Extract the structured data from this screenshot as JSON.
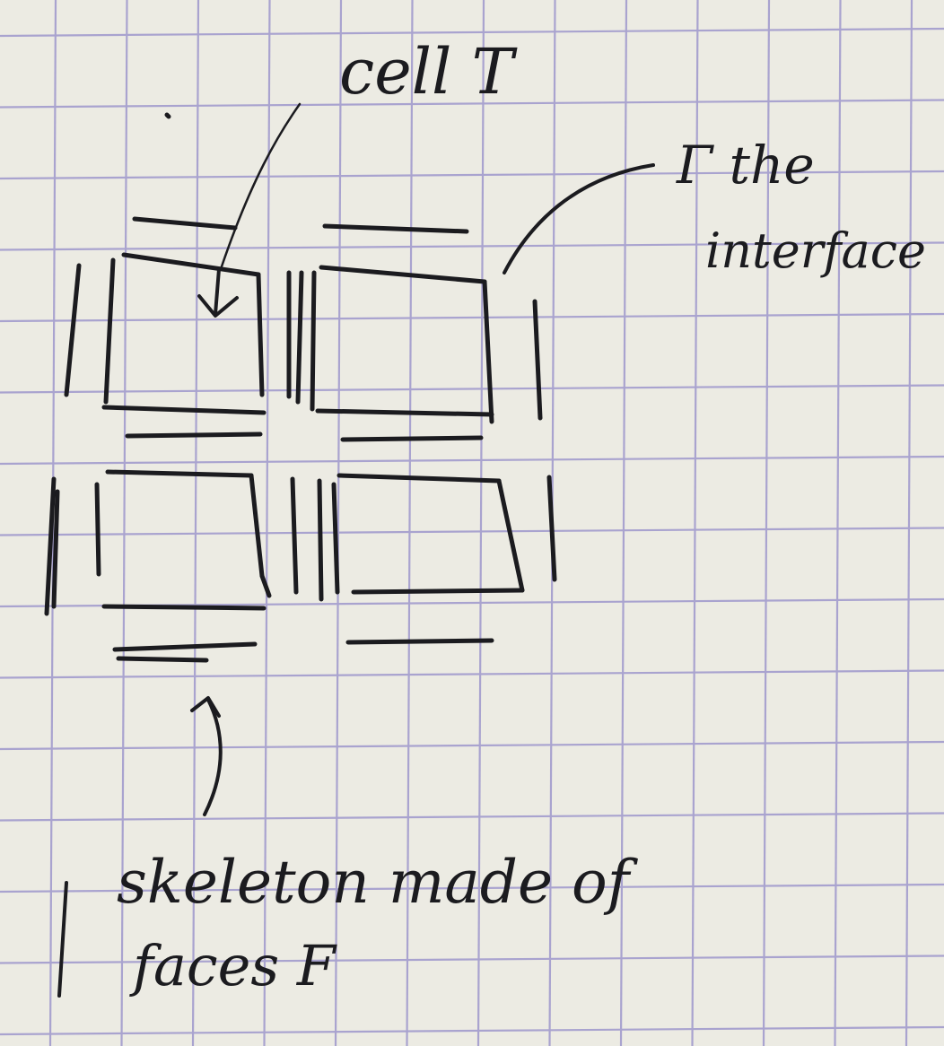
{
  "labels": {
    "cell": "cell T",
    "gamma": "Γ the",
    "interface": "interface",
    "skeleton_line1": "skeleton made of",
    "skeleton_line2": "faces F"
  },
  "colors": {
    "paper": "#ecebe3",
    "grid": "#a9a3cf",
    "ink": "#1b1b1f",
    "pencil": "#9a9a9a"
  }
}
